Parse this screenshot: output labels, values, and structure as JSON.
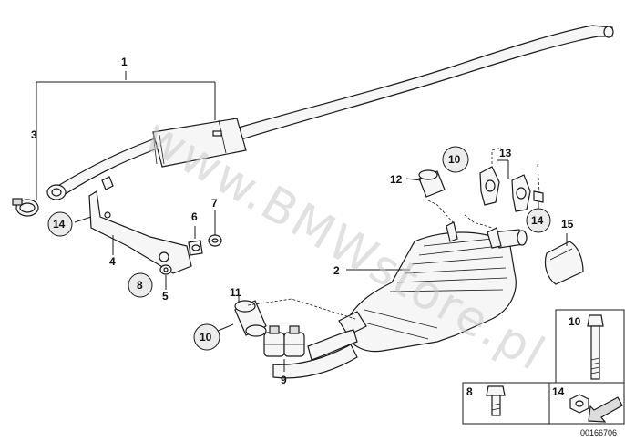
{
  "watermark": "www.BMWstore.pl",
  "reference_number": "00166706",
  "callouts": {
    "p1": "1",
    "p2": "2",
    "p3": "3",
    "p4": "4",
    "p5": "5",
    "p6": "6",
    "p7": "7",
    "p8": "8",
    "p9": "9",
    "p10": "10",
    "p11": "11",
    "p12": "12",
    "p13": "13",
    "p14": "14",
    "p15": "15"
  },
  "hardware_panel": {
    "bolt_label": "10",
    "screw_label": "8",
    "nut_label": "14"
  }
}
